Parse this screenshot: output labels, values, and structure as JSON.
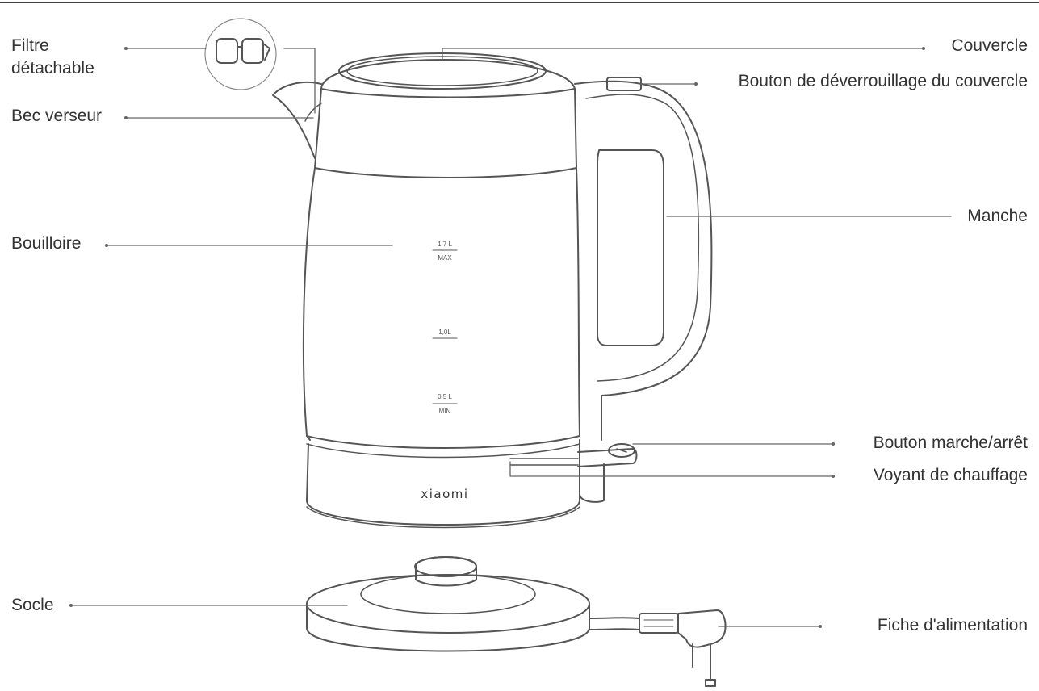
{
  "labels": {
    "filtre_line1": "Filtre",
    "filtre_line2": "détachable",
    "bec": "Bec verseur",
    "bouilloire": "Bouilloire",
    "socle": "Socle",
    "couvercle": "Couvercle",
    "bouton_deverrouillage": "Bouton de déverrouillage du couvercle",
    "manche": "Manche",
    "bouton_marche": "Bouton marche/arrêt",
    "voyant": "Voyant de chauffage",
    "fiche": "Fiche d'alimentation"
  },
  "kettle": {
    "brand": "xiaomi",
    "marks": {
      "max_volume": "1,7 L",
      "max_word": "MAX",
      "mid_volume": "1,0L",
      "min_volume": "0,5 L",
      "min_word": "MIN"
    }
  },
  "colors": {
    "line": "#555555",
    "text": "#333333",
    "background": "#ffffff"
  }
}
